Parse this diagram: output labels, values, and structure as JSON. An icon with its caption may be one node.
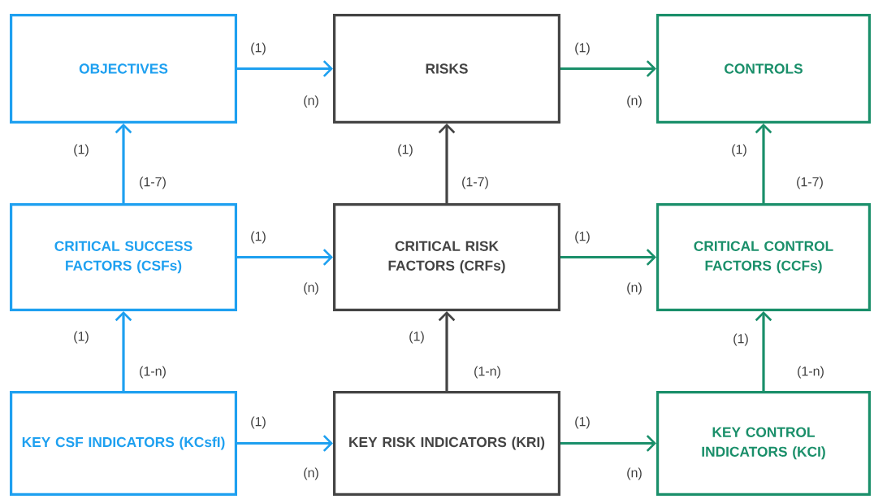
{
  "diagram": {
    "nodes": [
      {
        "text": [
          "OBJECTIVES"
        ]
      },
      {
        "text": [
          "RISKS"
        ]
      },
      {
        "text": [
          "CONTROLS"
        ]
      },
      {
        "text": [
          "CRITICAL SUCCESS FACTORS (CSFs)"
        ]
      },
      {
        "text": [
          "CRITICAL RISK FACTORS (CRFs)"
        ]
      },
      {
        "text": [
          "CRITICAL CONTROL FACTORS (CCFs)"
        ]
      },
      {
        "text": [
          "KEY CSF INDICATORS (KCsfI)"
        ]
      },
      {
        "text": [
          "KEY RISK INDICATORS (KRI)"
        ]
      },
      {
        "text": [
          "KEY CONTROL INDICATORS (KCI)"
        ]
      }
    ],
    "edges": [
      {
        "from": 0,
        "to": 1,
        "arrow": "to",
        "color": "#1ea0f0"
      },
      {
        "from": 1,
        "to": 2,
        "arrow": "to",
        "color": "#1a8f6a"
      },
      {
        "from": 3,
        "to": 0,
        "arrow": "to",
        "color": "#1ea0f0"
      },
      {
        "from": 4,
        "to": 1,
        "arrow": "to",
        "color": "#444444"
      },
      {
        "from": 5,
        "to": 2,
        "arrow": "to",
        "color": "#1a8f6a"
      },
      {
        "from": 3,
        "to": 4,
        "arrow": "to",
        "color": "#1ea0f0"
      },
      {
        "from": 4,
        "to": 5,
        "arrow": "to",
        "color": "#1a8f6a"
      },
      {
        "from": 6,
        "to": 3,
        "arrow": "to",
        "color": "#1ea0f0"
      },
      {
        "from": 7,
        "to": 4,
        "arrow": "to",
        "color": "#444444"
      },
      {
        "from": 8,
        "to": 5,
        "arrow": "to",
        "color": "#1a8f6a"
      },
      {
        "from": 6,
        "to": 7,
        "arrow": "to",
        "color": "#1ea0f0"
      },
      {
        "from": 7,
        "to": 8,
        "arrow": "to",
        "color": "#1a8f6a"
      }
    ],
    "labels": [
      "(1)",
      "(1)",
      "(n)",
      "(n)",
      "(1)",
      "(1)",
      "(1)",
      "(1-7)",
      "(1-7)",
      "(1-7)",
      "(1)",
      "(1)",
      "(n)",
      "(n)",
      "(1)",
      "(1)",
      "(1)",
      "(1-n)",
      "(1-n)",
      "(1-n)",
      "(1)",
      "(1)",
      "(n)",
      "(n)"
    ]
  }
}
